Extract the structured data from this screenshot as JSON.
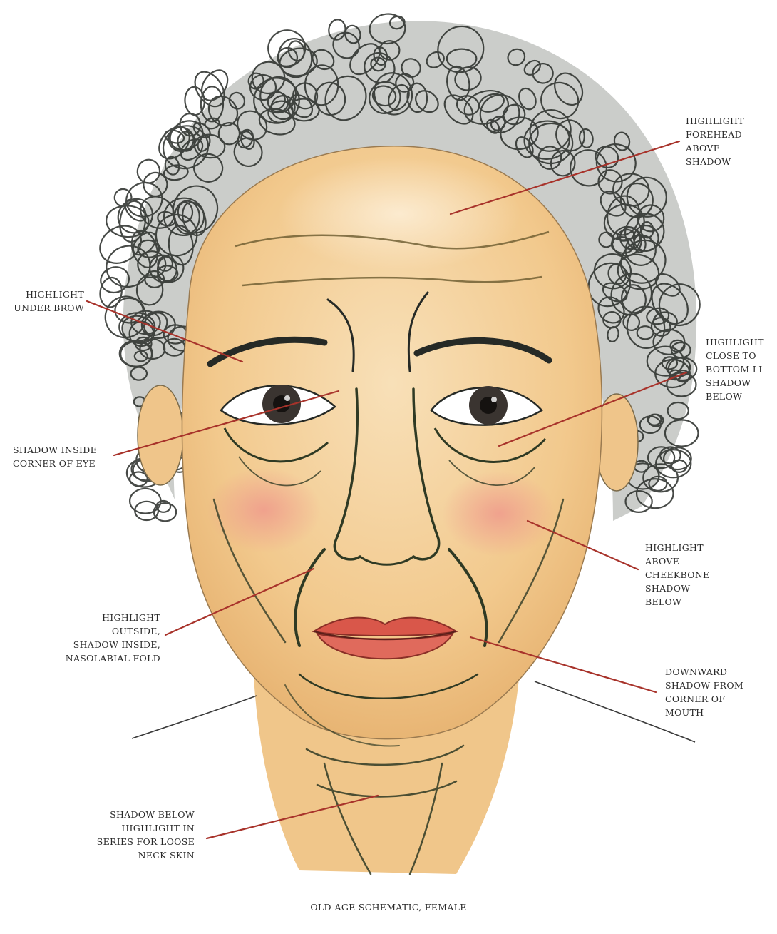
{
  "colors": {
    "paper": "#ffffff",
    "skin": "#f2c98d",
    "skin_light": "#f8e0b8",
    "hair": "#262a26",
    "wrinkle": "#2f3a24",
    "blush": "#ef9a8c",
    "lips": "#d9574a",
    "leader_line": "#a8332b",
    "label_text": "#2a2a2a"
  },
  "icons": {
    "drawing": "old-age-female-face-drawing"
  },
  "annotations": [
    {
      "id": "forehead",
      "lines": [
        "HIGHLIGHT",
        "FOREHEAD",
        "ABOVE",
        "SHADOW"
      ]
    },
    {
      "id": "brow",
      "lines": [
        "HIGHLIGHT",
        "UNDER BROW"
      ]
    },
    {
      "id": "bottom_lid",
      "lines": [
        "HIGHLIGHT",
        "CLOSE TO",
        "BOTTOM LI",
        "SHADOW",
        "BELOW"
      ]
    },
    {
      "id": "eye_corner",
      "lines": [
        "SHADOW INSIDE",
        "CORNER OF EYE"
      ]
    },
    {
      "id": "cheekbone",
      "lines": [
        "HIGHLIGHT",
        "ABOVE",
        "CHEEKBONE",
        "SHADOW",
        "BELOW"
      ]
    },
    {
      "id": "nasolabial",
      "lines": [
        "HIGHLIGHT",
        "OUTSIDE,",
        "SHADOW INSIDE,",
        "NASOLABIAL FOLD"
      ]
    },
    {
      "id": "mouth",
      "lines": [
        "DOWNWARD",
        "SHADOW FROM",
        "CORNER OF",
        "MOUTH"
      ]
    },
    {
      "id": "neck",
      "lines": [
        "SHADOW BELOW",
        "HIGHLIGHT IN",
        "SERIES FOR LOOSE",
        "NECK SKIN"
      ]
    }
  ],
  "caption": "OLD-AGE SCHEMATIC, FEMALE"
}
